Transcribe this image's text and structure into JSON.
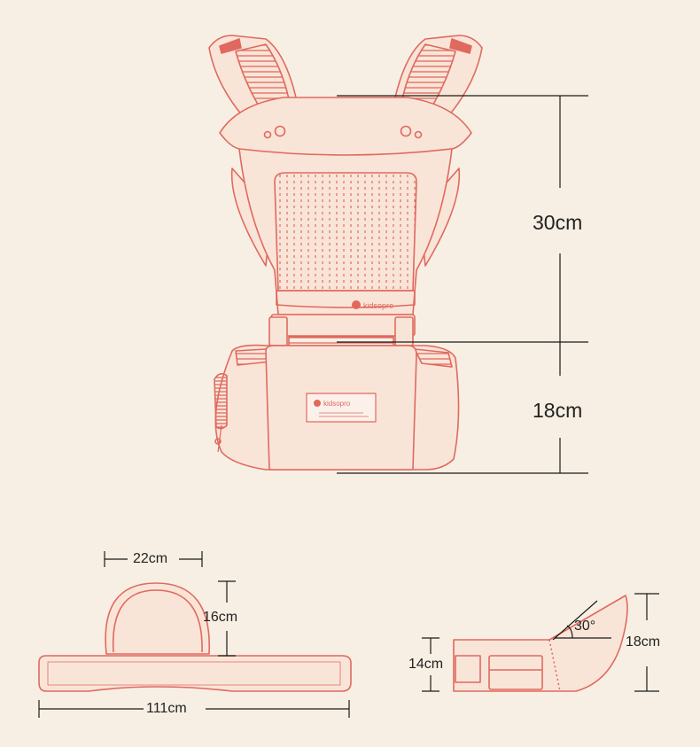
{
  "dimensions": {
    "carrier_height": "30cm",
    "seat_height": "18cm",
    "belt_width": "22cm",
    "belt_height": "16cm",
    "belt_length": "111cm",
    "seat_depth": "14cm",
    "seat_side_height": "18cm",
    "seat_angle": "30°"
  },
  "branding": {
    "logo_text": "kidsopro",
    "tag_text": "kidsopro"
  },
  "colors": {
    "background": "#f7efe3",
    "outline": "#e0695f",
    "fill": "#f9e5d8",
    "dimension_line": "#1a1a1a"
  }
}
